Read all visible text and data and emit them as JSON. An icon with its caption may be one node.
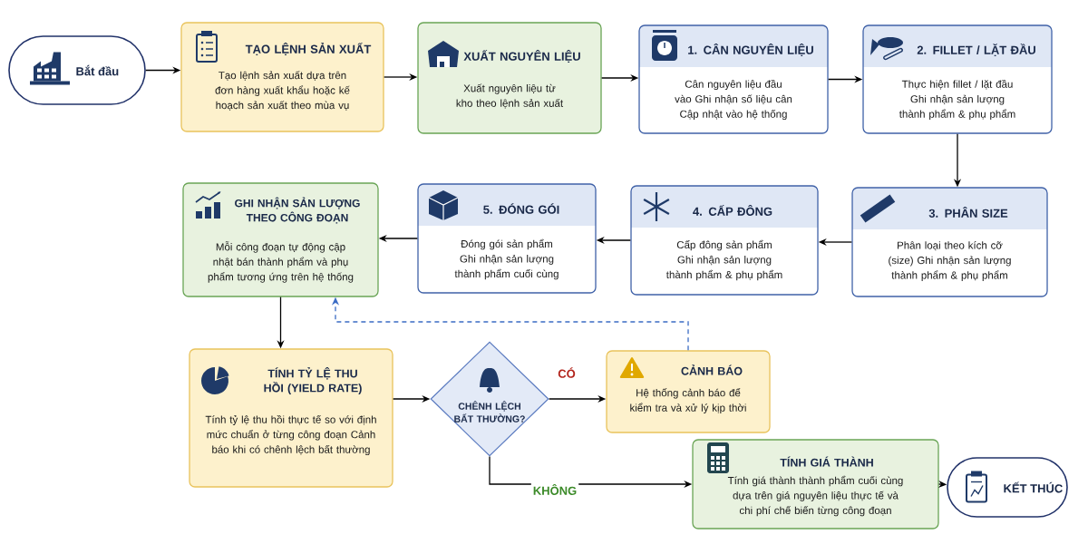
{
  "diagram": {
    "nodes": [
      {
        "text": [
          "Bắt đầu"
        ]
      },
      {
        "text": [
          "TẠO LỆNH SẢN XUẤT",
          "Tạo lệnh sản xuất dựa trên đơn hàng xuất khẩu hoặc kế hoạch sản xuất theo mùa vụ"
        ]
      },
      {
        "text": [
          "XUẤT NGUYÊN LIỆU",
          "Xuất nguyên liệu từ kho theo lệnh sản xuất"
        ]
      },
      {
        "text": [
          "1. CÂN NGUYÊN LIỆU",
          "Cân nguyên liệu đầu vào Ghi nhận số liệu cân Cập nhật vào hệ thống"
        ]
      },
      {
        "text": [
          "2. FILLET / LẶT ĐẦU",
          "Thực hiện fillet / lặt đầu Ghi nhận sản lượng thành phẩm & phụ phẩm"
        ]
      },
      {
        "text": [
          "3. PHÂN SIZE",
          "Phân loại theo kích cỡ (size) Ghi nhận sản lượng thành phẩm & phụ phẩm"
        ]
      },
      {
        "text": [
          "4. CẤP ĐÔNG",
          "Cấp đông sản phẩm Ghi nhận sản lượng thành phẩm & phụ phẩm"
        ]
      },
      {
        "text": [
          "5. ĐÓNG GÓI",
          "Đóng gói sản phẩm Ghi nhận sản lượng thành phẩm cuối cùng"
        ]
      },
      {
        "text": [
          "GHI NHẬN SẢN LƯỢNG THEO CÔNG ĐOẠN",
          "Mỗi công đoạn tự động cập nhật bán thành phẩm và phụ phẩm tương ứng trên hệ thống"
        ]
      },
      {
        "text": [
          "TÍNH TỶ LỆ THU HỒI (YIELD RATE)",
          "Tính tỷ lệ thu hồi thực tế so với định mức chuẩn ở từng công đoạn Cảnh báo khi có chênh lệch bất thường"
        ]
      },
      {
        "text": [
          "CHÊNH LỆCH BẤT THƯỜNG?"
        ]
      },
      {
        "text": [
          "CẢNH BÁO",
          "Hệ thống cảnh báo để kiểm tra và xử lý kịp thời"
        ]
      },
      {
        "text": [
          "TÍNH GIÁ THÀNH",
          "Tính giá thành thành phẩm cuối cùng dựa trên giá nguyên liệu thực tế và chi phí chế biến từng công đoạn"
        ]
      },
      {
        "text": [
          "KẾT THÚC"
        ]
      }
    ],
    "edges": [
      {
        "from": 0,
        "to": 1,
        "arrow": "to"
      },
      {
        "from": 1,
        "to": 2,
        "arrow": "to"
      },
      {
        "from": 2,
        "to": 3,
        "arrow": "to"
      },
      {
        "from": 3,
        "to": 4,
        "arrow": "to"
      },
      {
        "from": 4,
        "to": 5,
        "arrow": "to"
      },
      {
        "from": 5,
        "to": 6,
        "arrow": "to"
      },
      {
        "from": 6,
        "to": 7,
        "arrow": "to"
      },
      {
        "from": 7,
        "to": 8,
        "arrow": "to"
      },
      {
        "from": 8,
        "to": 9,
        "arrow": "to"
      },
      {
        "from": 9,
        "to": 10,
        "arrow": "to"
      },
      {
        "from": 10,
        "to": 11,
        "arrow": "to",
        "label": "CÓ"
      },
      {
        "from": 10,
        "to": 12,
        "arrow": "to",
        "label": "KHÔNG"
      },
      {
        "from": 11,
        "to": 8,
        "arrow": "to",
        "style": "dashed",
        "color": "#3b6cc4"
      },
      {
        "from": 12,
        "to": 13,
        "arrow": "to"
      }
    ]
  }
}
